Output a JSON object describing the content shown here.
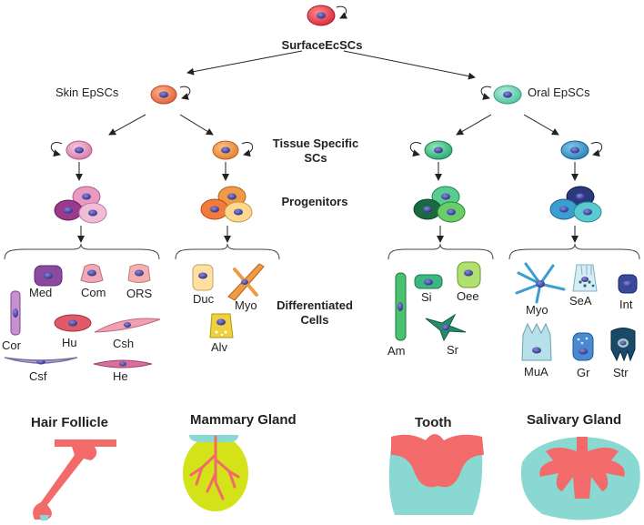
{
  "root": {
    "label": "SurfaceEcSCs"
  },
  "branches": {
    "skin": "Skin EpSCs",
    "oral": "Oral EpSCs"
  },
  "stages": {
    "tissue_line1": "Tissue Specific",
    "tissue_line2": "SCs",
    "progenitors": "Progenitors",
    "diff_line1": "Differentiated",
    "diff_line2": "Cells"
  },
  "cells": {
    "hair": [
      "Med",
      "Com",
      "ORS",
      "Cor",
      "Hu",
      "Csh",
      "Csf",
      "He"
    ],
    "mammary": [
      "Duc",
      "Myo",
      "Alv"
    ],
    "tooth": [
      "Si",
      "Oee",
      "Am",
      "Sr"
    ],
    "salivary": [
      "Myo",
      "SeA",
      "Int",
      "MuA",
      "Gr",
      "Str"
    ]
  },
  "organs": {
    "hair": "Hair Follicle",
    "mammary": "Mammary Gland",
    "tooth": "Tooth",
    "salivary": "Salivary Gland"
  },
  "colors": {
    "root": "#e23a4a",
    "skin": "#f07a5a",
    "oral": "#6fd0b4",
    "hair": "#e59ac0",
    "mammary": "#f09a45",
    "tooth": "#3fbf8a",
    "salivary": "#3a9fd0",
    "nucleus": "#3a3a9a",
    "organ_pink": "#f26a6a",
    "organ_teal": "#8ad8d2",
    "organ_lime": "#d4e21a"
  }
}
